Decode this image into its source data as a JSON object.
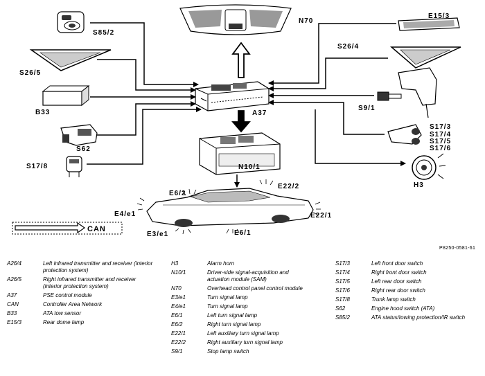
{
  "reference": "P8250-0581-61",
  "labels": {
    "s85_2": "S85/2",
    "n70": "N70",
    "e15_3": "E15/3",
    "s26_5": "S26/5",
    "s26_4": "S26/4",
    "b33": "B33",
    "a37": "A37",
    "s9_1": "S9/1",
    "s62": "S62",
    "s17_3": "S17/3",
    "s17_4": "S17/4",
    "s17_5": "S17/5",
    "s17_6": "S17/6",
    "s17_8": "S17/8",
    "n10_1": "N10/1",
    "h3": "H3",
    "e6_2": "E6/2",
    "e22_2": "E22/2",
    "e4_e1": "E4/e1",
    "e22_1": "E22/1",
    "e3_e1": "E3/e1",
    "e6_1": "E6/1",
    "can": "CAN"
  },
  "legend": {
    "col1": [
      {
        "code": "A26/4",
        "desc": "Left infrared transmitter and receiver (interior protection system)"
      },
      {
        "code": "A26/5",
        "desc": "Right infrared transmitter and receiver (interior protection system)"
      },
      {
        "code": "A37",
        "desc": "PSE control module"
      },
      {
        "code": "CAN",
        "desc": "Controller Area Network"
      },
      {
        "code": "B33",
        "desc": "ATA tow sensor"
      },
      {
        "code": "E15/3",
        "desc": "Rear dome lamp"
      }
    ],
    "col2": [
      {
        "code": "H3",
        "desc": "Alarm horn"
      },
      {
        "code": "N10/1",
        "desc": "Driver-side signal-acquisition and actuation module (SAM)"
      },
      {
        "code": "N70",
        "desc": "Overhead control panel control module"
      },
      {
        "code": "E3/e1",
        "desc": "Turn signal lamp"
      },
      {
        "code": "E4/e1",
        "desc": "Turn signal lamp"
      },
      {
        "code": "E6/1",
        "desc": "Left turn signal lamp"
      },
      {
        "code": "E6/2",
        "desc": "Right turn signal lamp"
      },
      {
        "code": "E22/1",
        "desc": "Left auxiliary turn signal lamp"
      },
      {
        "code": "E22/2",
        "desc": "Right auxiliary turn signal lamp"
      },
      {
        "code": "S9/1",
        "desc": "Stop lamp switch"
      }
    ],
    "col3": [
      {
        "code": "S17/3",
        "desc": "Left front door switch"
      },
      {
        "code": "S17/4",
        "desc": "Right front door switch"
      },
      {
        "code": "S17/5",
        "desc": "Left rear door switch"
      },
      {
        "code": "S17/6",
        "desc": "Right rear door switch"
      },
      {
        "code": "S17/8",
        "desc": "Trunk lamp switch"
      },
      {
        "code": "S62",
        "desc": "Engine hood switch (ATA)"
      },
      {
        "code": "S85/2",
        "desc": "ATA status/towing protection/IR switch"
      }
    ]
  }
}
